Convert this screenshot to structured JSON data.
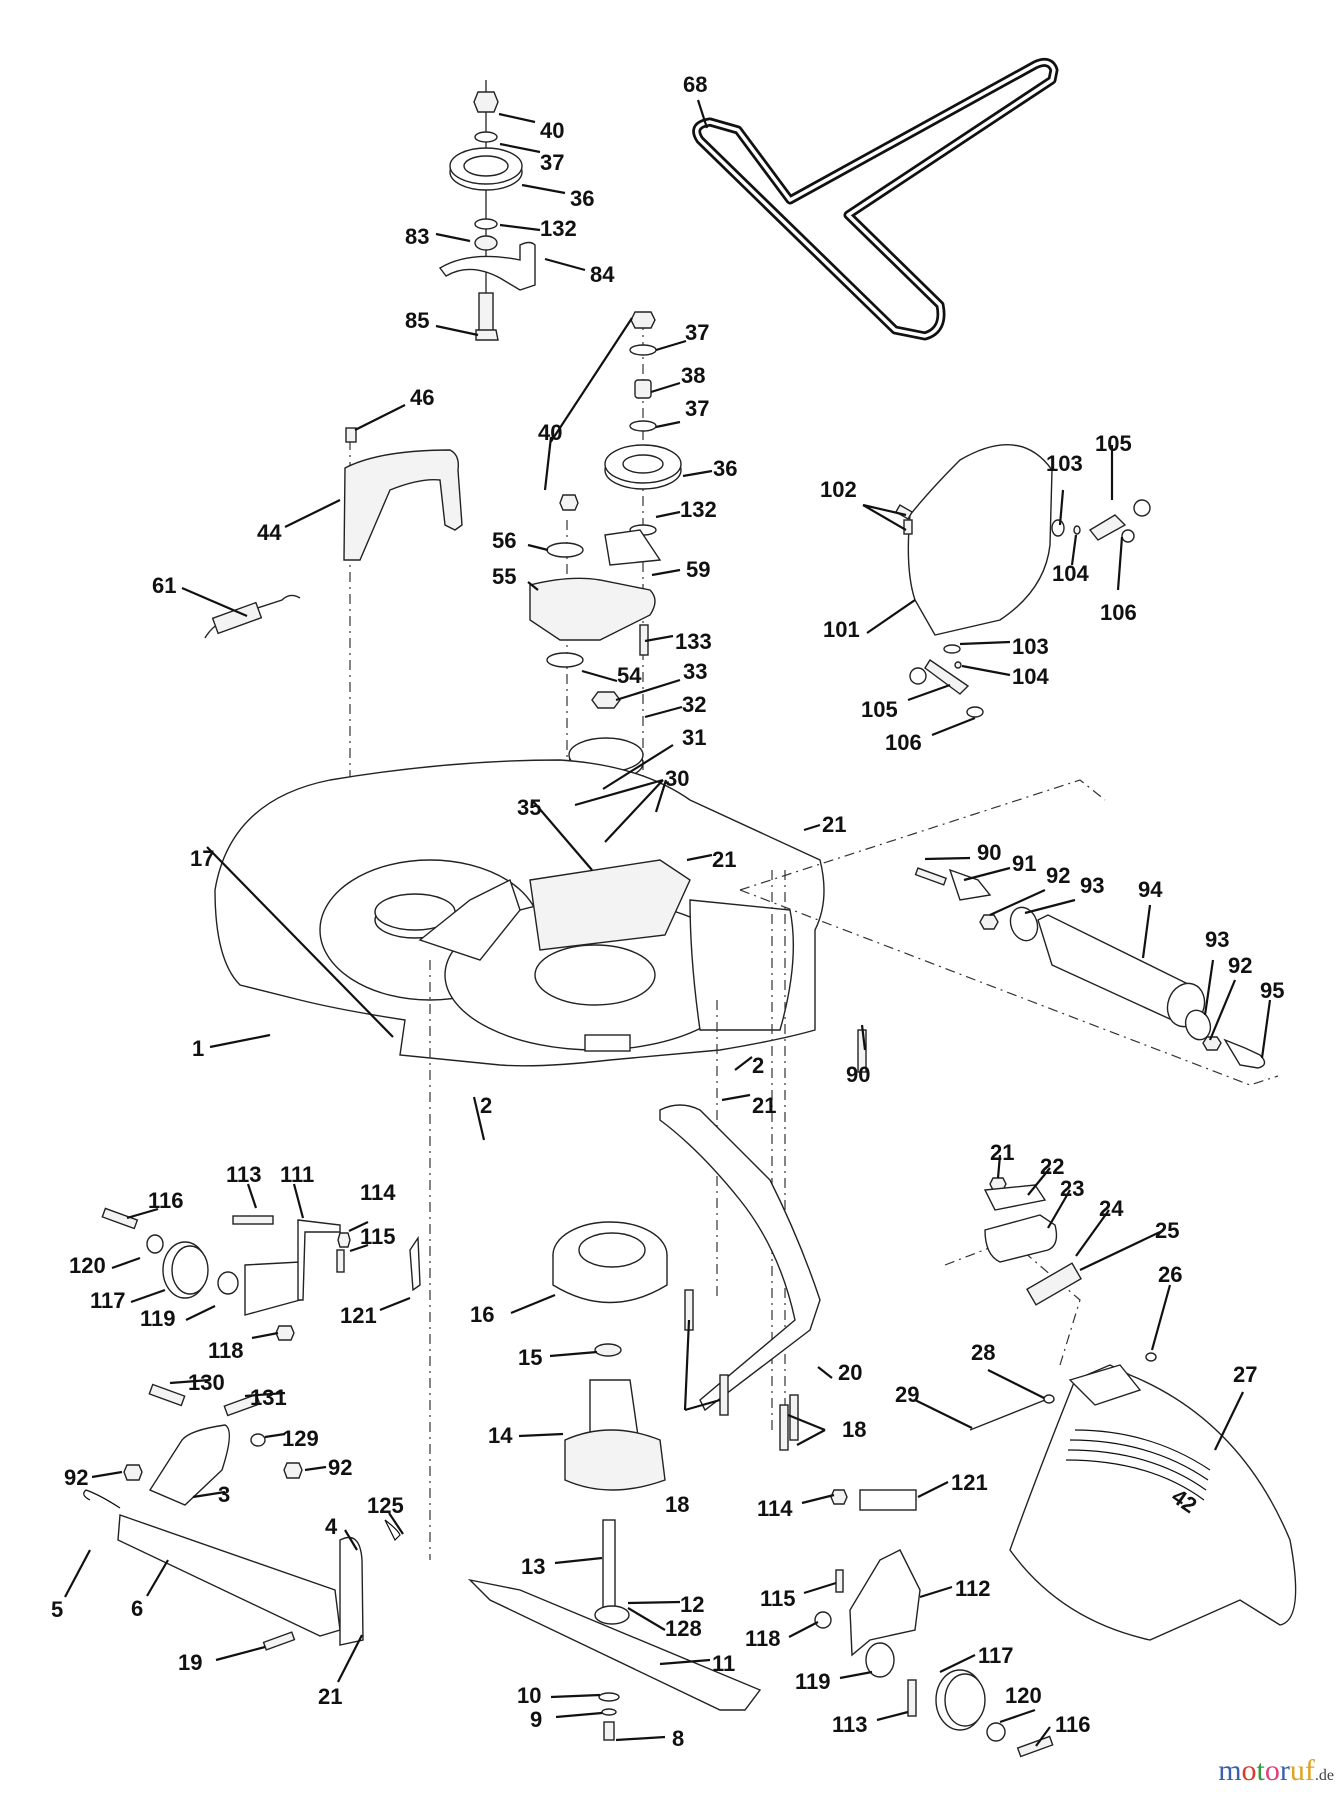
{
  "diagram": {
    "title": "Mower deck parts diagram (exploded view)",
    "emblem_text": "42",
    "labels": [
      {
        "id": "l40a",
        "text": "40"
      },
      {
        "id": "l37a",
        "text": "37"
      },
      {
        "id": "l36a",
        "text": "36"
      },
      {
        "id": "l132a",
        "text": "132"
      },
      {
        "id": "l83",
        "text": "83"
      },
      {
        "id": "l84",
        "text": "84"
      },
      {
        "id": "l85",
        "text": "85"
      },
      {
        "id": "l68",
        "text": "68"
      },
      {
        "id": "l46",
        "text": "46"
      },
      {
        "id": "l44",
        "text": "44"
      },
      {
        "id": "l61",
        "text": "61"
      },
      {
        "id": "l37b",
        "text": "37"
      },
      {
        "id": "l38",
        "text": "38"
      },
      {
        "id": "l40b",
        "text": "40"
      },
      {
        "id": "l37c",
        "text": "37"
      },
      {
        "id": "l36b",
        "text": "36"
      },
      {
        "id": "l132b",
        "text": "132"
      },
      {
        "id": "l56",
        "text": "56"
      },
      {
        "id": "l55",
        "text": "55"
      },
      {
        "id": "l59",
        "text": "59"
      },
      {
        "id": "l133",
        "text": "133"
      },
      {
        "id": "l54",
        "text": "54"
      },
      {
        "id": "l33",
        "text": "33"
      },
      {
        "id": "l32",
        "text": "32"
      },
      {
        "id": "l31",
        "text": "31"
      },
      {
        "id": "l30",
        "text": "30"
      },
      {
        "id": "l35",
        "text": "35"
      },
      {
        "id": "l21a",
        "text": "21"
      },
      {
        "id": "l21b",
        "text": "21"
      },
      {
        "id": "l17",
        "text": "17"
      },
      {
        "id": "l1",
        "text": "1"
      },
      {
        "id": "l2a",
        "text": "2"
      },
      {
        "id": "l21c",
        "text": "21"
      },
      {
        "id": "l90b",
        "text": "90"
      },
      {
        "id": "l102",
        "text": "102"
      },
      {
        "id": "l103a",
        "text": "103"
      },
      {
        "id": "l105a",
        "text": "105"
      },
      {
        "id": "l104a",
        "text": "104"
      },
      {
        "id": "l106a",
        "text": "106"
      },
      {
        "id": "l101",
        "text": "101"
      },
      {
        "id": "l103b",
        "text": "103"
      },
      {
        "id": "l104b",
        "text": "104"
      },
      {
        "id": "l105b",
        "text": "105"
      },
      {
        "id": "l106b",
        "text": "106"
      },
      {
        "id": "l90a",
        "text": "90"
      },
      {
        "id": "l91",
        "text": "91"
      },
      {
        "id": "l92a",
        "text": "92"
      },
      {
        "id": "l93a",
        "text": "93"
      },
      {
        "id": "l94",
        "text": "94"
      },
      {
        "id": "l93b",
        "text": "93"
      },
      {
        "id": "l92b",
        "text": "92"
      },
      {
        "id": "l95",
        "text": "95"
      },
      {
        "id": "l116a",
        "text": "116"
      },
      {
        "id": "l113a",
        "text": "113"
      },
      {
        "id": "l111",
        "text": "111"
      },
      {
        "id": "l114a",
        "text": "114"
      },
      {
        "id": "l115a",
        "text": "115"
      },
      {
        "id": "l120a",
        "text": "120"
      },
      {
        "id": "l117a",
        "text": "117"
      },
      {
        "id": "l119a",
        "text": "119"
      },
      {
        "id": "l121a",
        "text": "121"
      },
      {
        "id": "l118a",
        "text": "118"
      },
      {
        "id": "l2b",
        "text": "2"
      },
      {
        "id": "l16",
        "text": "16"
      },
      {
        "id": "l15",
        "text": "15"
      },
      {
        "id": "l14",
        "text": "14"
      },
      {
        "id": "l20",
        "text": "20"
      },
      {
        "id": "l18a",
        "text": "18"
      },
      {
        "id": "l18b",
        "text": "18"
      },
      {
        "id": "l21d",
        "text": "21"
      },
      {
        "id": "l22",
        "text": "22"
      },
      {
        "id": "l23",
        "text": "23"
      },
      {
        "id": "l24",
        "text": "24"
      },
      {
        "id": "l25",
        "text": "25"
      },
      {
        "id": "l26",
        "text": "26"
      },
      {
        "id": "l28",
        "text": "28"
      },
      {
        "id": "l27",
        "text": "27"
      },
      {
        "id": "l29",
        "text": "29"
      },
      {
        "id": "l130",
        "text": "130"
      },
      {
        "id": "l131",
        "text": "131"
      },
      {
        "id": "l129",
        "text": "129"
      },
      {
        "id": "l92c",
        "text": "92"
      },
      {
        "id": "l92d",
        "text": "92"
      },
      {
        "id": "l3",
        "text": "3"
      },
      {
        "id": "l125",
        "text": "125"
      },
      {
        "id": "l4",
        "text": "4"
      },
      {
        "id": "l5",
        "text": "5"
      },
      {
        "id": "l6",
        "text": "6"
      },
      {
        "id": "l19",
        "text": "19"
      },
      {
        "id": "l21e",
        "text": "21"
      },
      {
        "id": "l13",
        "text": "13"
      },
      {
        "id": "l12",
        "text": "12"
      },
      {
        "id": "l128",
        "text": "128"
      },
      {
        "id": "l11",
        "text": "11"
      },
      {
        "id": "l10",
        "text": "10"
      },
      {
        "id": "l9",
        "text": "9"
      },
      {
        "id": "l8",
        "text": "8"
      },
      {
        "id": "l114b",
        "text": "114"
      },
      {
        "id": "l121b",
        "text": "121"
      },
      {
        "id": "l115b",
        "text": "115"
      },
      {
        "id": "l112",
        "text": "112"
      },
      {
        "id": "l118b",
        "text": "118"
      },
      {
        "id": "l119b",
        "text": "119"
      },
      {
        "id": "l117b",
        "text": "117"
      },
      {
        "id": "l113b",
        "text": "113"
      },
      {
        "id": "l120b",
        "text": "120"
      },
      {
        "id": "l116b",
        "text": "116"
      }
    ]
  },
  "watermark": {
    "letters": [
      {
        "ch": "m",
        "color": "#3b5fb0"
      },
      {
        "ch": "o",
        "color": "#d93a2b"
      },
      {
        "ch": "t",
        "color": "#2e9b3e"
      },
      {
        "ch": "o",
        "color": "#e04080"
      },
      {
        "ch": "r",
        "color": "#3b5fb0"
      },
      {
        "ch": "u",
        "color": "#e0a21e"
      },
      {
        "ch": "f",
        "color": "#e0a21e"
      }
    ],
    "suffix": ".de"
  }
}
